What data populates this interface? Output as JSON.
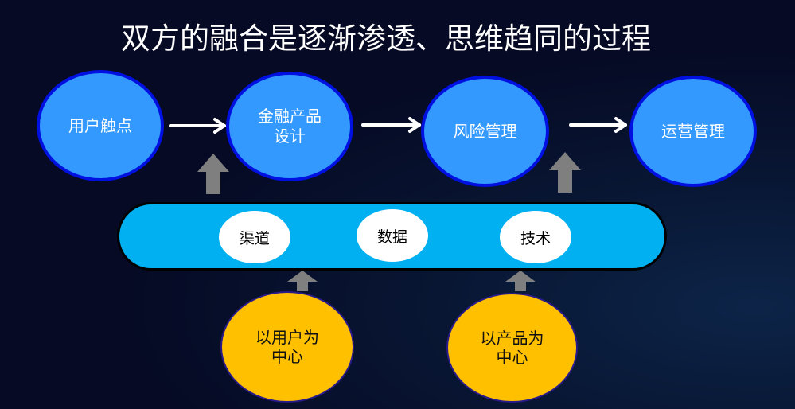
{
  "title": "双方的融合是逐渐渗透、思维趋同的过程",
  "process": [
    "用户触点",
    "金融产品设计",
    "风险管理",
    "运营管理"
  ],
  "process_lines": {
    "product": [
      "金融产品",
      "设计"
    ]
  },
  "foundation": [
    "渠道",
    "数据",
    "技术"
  ],
  "centers": [
    [
      "以用户为",
      "中心"
    ],
    [
      "以产品为",
      "中心"
    ]
  ],
  "colors": {
    "blue": "#3399ff",
    "bar": "#00b0f0",
    "yellow": "#ffc000",
    "arrow_gray": "#7f7f7f"
  }
}
